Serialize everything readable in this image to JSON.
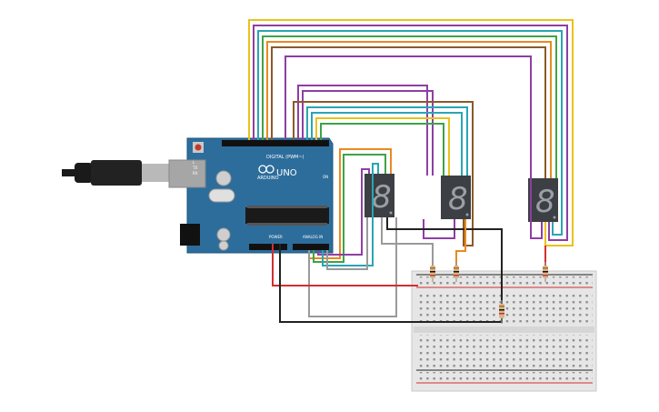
{
  "arduino": {
    "model": "UNO",
    "brand": "ARDUINO",
    "digital_header": "DIGITAL (PWM~)",
    "analog_header": "ANALOG IN",
    "power_header": "POWER",
    "tx_label": "TX",
    "rx_label": "RX",
    "on_label": "ON",
    "l_label": "L"
  },
  "displays": [
    {
      "glyph": "8"
    },
    {
      "glyph": "8"
    },
    {
      "glyph": "8"
    }
  ],
  "colors": {
    "board": "#2d6d9b",
    "display": "#3c3f43",
    "breadboard": "#e8e8e8",
    "rail_red": "#d32f2f",
    "rail_black": "#222222",
    "wire_yellow": "#e9c21b",
    "wire_purple": "#8e3fa3",
    "wire_teal": "#2aa5b5",
    "wire_green": "#3ea348",
    "wire_orange": "#e88a1f",
    "wire_brown": "#8a5a2b",
    "wire_gray": "#9a9a9a",
    "wire_red": "#d32f2f",
    "wire_black": "#222222"
  }
}
